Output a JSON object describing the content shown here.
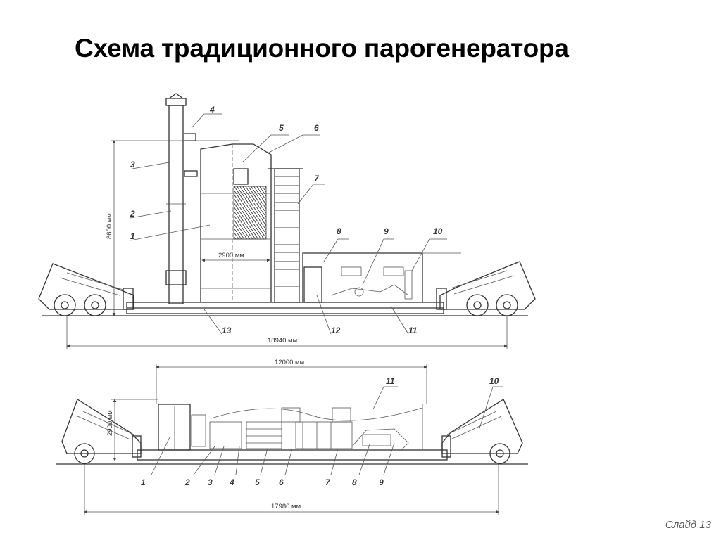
{
  "slide": {
    "title": "Схема традиционного парогенератора",
    "footer": "Слайд 13"
  },
  "side_view": {
    "height_dim": "8600 мм",
    "width_dim": "2900 мм",
    "length_dim": "18940 мм",
    "labels": [
      "1",
      "2",
      "3",
      "4",
      "5",
      "6",
      "7",
      "8",
      "9",
      "10",
      "11",
      "12",
      "13"
    ]
  },
  "plan_view": {
    "top_dim": "12000 мм",
    "height_dim": "2900 мм",
    "length_dim": "17980 мм",
    "labels": [
      "1",
      "2",
      "3",
      "4",
      "5",
      "6",
      "7",
      "8",
      "9",
      "10",
      "11"
    ]
  }
}
